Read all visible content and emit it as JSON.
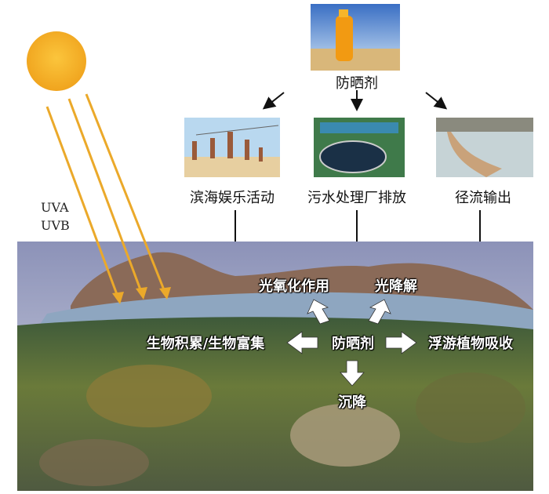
{
  "source": {
    "label": "防晒剂"
  },
  "pathways": [
    {
      "label": "滨海娱乐活动"
    },
    {
      "label": "污水处理厂排放"
    },
    {
      "label": "径流输出"
    }
  ],
  "radiation": {
    "uva": "UVA",
    "uvb": "UVB"
  },
  "fate": {
    "center": "防晒剂",
    "photooxidation": "光氧化作用",
    "photodegradation": "光降解",
    "bioaccumulation": "生物积累/生物富集",
    "phytoplankton": "浮游植物吸收",
    "sedimentation": "沉降"
  },
  "colors": {
    "sun": "#f4b32a",
    "ray": "#eba92a"
  }
}
